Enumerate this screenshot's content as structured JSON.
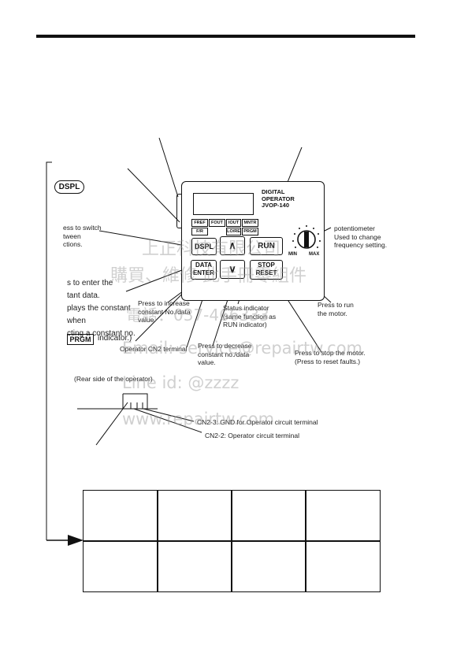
{
  "operator": {
    "title_lines": [
      "DIGITAL",
      "OPERATOR",
      "JVOP-140"
    ],
    "leds_row1": [
      "FREF",
      "FOUT",
      "IOUT",
      "MNTR"
    ],
    "leds_row2": [
      "F/R",
      "LO/RE",
      "PRGM"
    ],
    "keys": {
      "dspl": "DSPL",
      "up": "∧",
      "run": "RUN",
      "data_enter": "DATA\nENTER",
      "down": "∨",
      "stop_reset": "STOP\nRESET"
    },
    "pot_min": "MIN",
    "pot_max": "MAX"
  },
  "side_keys": {
    "dspl_badge": "DSPL",
    "prgm_badge": "PRGM"
  },
  "labels": {
    "switch_functions": "ess to switch\ntween\nctions.",
    "enter_constant": "s to enter the\ntant data.\nplays the constant\n when\ncting a constant no.",
    "prgm_indicator": "indicator.)",
    "potentiometer": "potentiometer\nUsed to change\nfrequency setting.",
    "press_increase": "Press to increase\nconstant No./data\nvalue.",
    "status_indicator": "Status indicator\n(same function as\nRUN indicator)",
    "press_run": "Press to run\nthe motor.",
    "cn2_terminal": "Operator CN2 terminal",
    "press_decrease": "Press to decrease\nconstant no./data\nvalue.",
    "press_stop": "Press to stop the motor.\n(Press to reset faults.)",
    "rear_side": "(Rear side of the operator)",
    "cn2_3": "CN2-3:  GND for Operator circuit terminal",
    "cn2_2": "CN2-2:  Operator circuit terminal"
  },
  "watermark": {
    "line1": "上正科技有限公司",
    "line2": "購買、維修 此手冊零組件",
    "line3": "電話：037-466333",
    "line4": "Email: service@repairtw.com",
    "line5": "Line id: @zzzz",
    "line6": "www.repairtw.com"
  },
  "table": {
    "rows": 2,
    "cols": 4,
    "cells": [
      [
        "",
        "",
        "",
        ""
      ],
      [
        "",
        "",
        "",
        ""
      ]
    ]
  }
}
